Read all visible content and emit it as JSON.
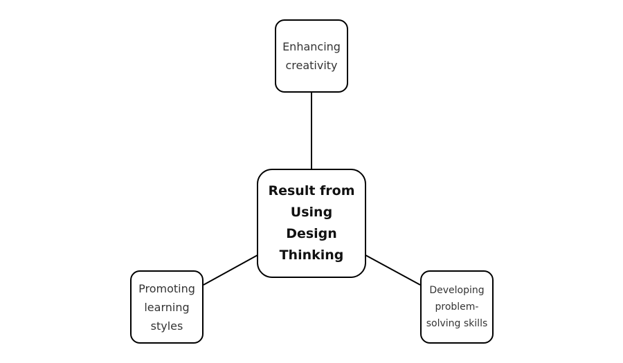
{
  "center": {
    "label": "Result from Using Design Thinking"
  },
  "nodes": {
    "top": "Enhancing creativity",
    "left": "Promoting learning styles",
    "right": "Developing problem-solving skills"
  }
}
